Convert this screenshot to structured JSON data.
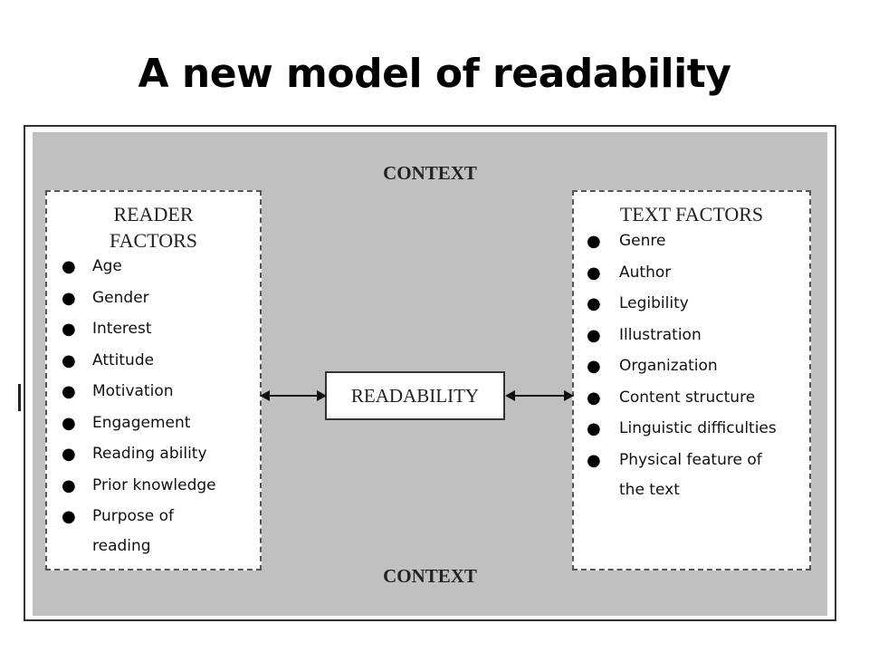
{
  "title": "A new model of readability",
  "diagram": {
    "context_top": "CONTEXT",
    "context_bottom": "CONTEXT",
    "center_label": "READABILITY",
    "reader_factors": {
      "heading_line1": "READER",
      "heading_line2": "FACTORS",
      "items": [
        "Age",
        "Gender",
        "Interest",
        "Attitude",
        "Motivation",
        "Engagement",
        "Reading ability",
        "Prior knowledge",
        "Purpose of",
        "reading"
      ]
    },
    "text_factors": {
      "heading": "TEXT FACTORS",
      "items": [
        "Genre",
        "Author",
        "Legibility",
        "Illustration",
        "Organization",
        "Content structure",
        "Linguistic difficulties",
        "Physical feature of",
        "the text"
      ]
    },
    "colors": {
      "context_background": "#c0c0c0",
      "box_background": "#ffffff",
      "border": "#555555"
    }
  }
}
